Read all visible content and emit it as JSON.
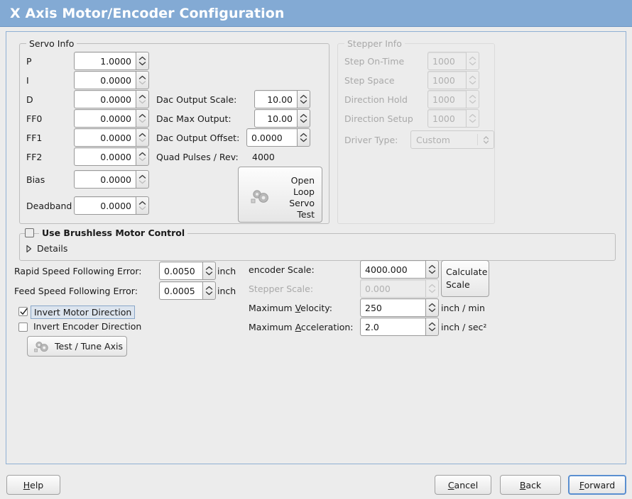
{
  "window": {
    "title": "X Axis Motor/Encoder Configuration",
    "accent": "#83aad4"
  },
  "servo": {
    "legend": "Servo Info",
    "rows": [
      {
        "label": "P",
        "value": "1.0000"
      },
      {
        "label": "I",
        "value": "0.0000"
      },
      {
        "label": "D",
        "value": "0.0000"
      },
      {
        "label": "FF0",
        "value": "0.0000"
      },
      {
        "label": "FF1",
        "value": "0.0000"
      },
      {
        "label": "FF2",
        "value": "0.0000"
      },
      {
        "label": "Bias",
        "value": "0.0000"
      },
      {
        "label": "Deadband",
        "value": "0.0000"
      }
    ],
    "dac": [
      {
        "label": "Dac Output Scale:",
        "value": "10.00"
      },
      {
        "label": "Dac Max Output:",
        "value": "10.00"
      },
      {
        "label": "Dac Output Offset:",
        "value": "0.0000"
      }
    ],
    "quad_label": "Quad Pulses / Rev:",
    "quad_value": "4000",
    "open_loop_button": [
      "Open",
      "Loop",
      "Servo",
      "Test"
    ]
  },
  "stepper": {
    "legend": "Stepper Info",
    "rows": [
      {
        "label": "Step On-Time",
        "value": "1000"
      },
      {
        "label": "Step Space",
        "value": "1000"
      },
      {
        "label": "Direction Hold",
        "value": "1000"
      },
      {
        "label": "Direction Setup",
        "value": "1000"
      }
    ],
    "driver_label": "Driver Type:",
    "driver_value": "Custom"
  },
  "brushless": {
    "checkbox_label": "Use Brushless Motor Control",
    "checked": false,
    "details_label": "Details",
    "details_expanded": false
  },
  "following": {
    "rapid_label": "Rapid Speed Following Error:",
    "rapid_value": "0.0050",
    "rapid_unit": "inch",
    "feed_label": "Feed Speed Following Error:",
    "feed_value": "0.0005",
    "feed_unit": "inch",
    "invert_motor_label": "Invert Motor Direction",
    "invert_motor_checked": true,
    "invert_encoder_label": "Invert Encoder Direction",
    "invert_encoder_checked": false,
    "test_tune_label": "Test / Tune Axis"
  },
  "scales": {
    "encoder_label": "encoder Scale:",
    "encoder_value": "4000.000",
    "stepper_label": "Stepper Scale:",
    "stepper_value": "0.000",
    "calculate_button": [
      "Calculate",
      "Scale"
    ],
    "max_velocity_label_pre": "Maximum ",
    "max_velocity_mnemonic": "V",
    "max_velocity_label_post": "elocity:",
    "max_velocity_value": "250",
    "max_velocity_unit": "inch / min",
    "max_accel_label_pre": "Maximum ",
    "max_accel_mnemonic": "A",
    "max_accel_label_post": "cceleration:",
    "max_accel_value": "2.0",
    "max_accel_unit": "inch / sec²"
  },
  "footer": {
    "help": {
      "pre": "",
      "mn": "H",
      "post": "elp"
    },
    "cancel": {
      "pre": "",
      "mn": "C",
      "post": "ancel"
    },
    "back": {
      "pre": "",
      "mn": "B",
      "post": "ack"
    },
    "forward": {
      "pre": "",
      "mn": "F",
      "post": "orward"
    }
  }
}
